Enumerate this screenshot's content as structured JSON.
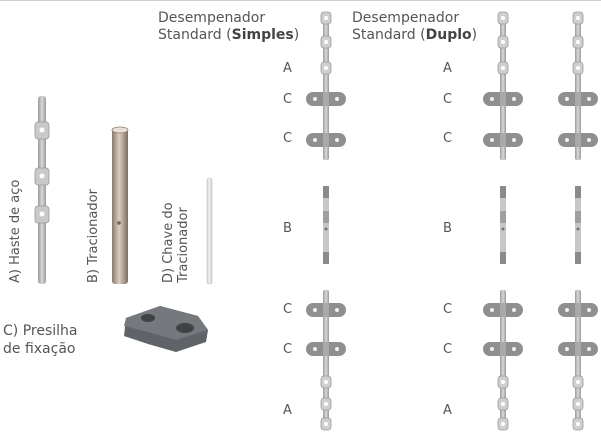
{
  "titles": {
    "simples": {
      "line1": "Desempenador",
      "line2_prefix": "Standard (",
      "line2_bold": "Simples",
      "line2_suffix": ")"
    },
    "duplo": {
      "line1": "Desempenador",
      "line2_prefix": "Standard (",
      "line2_bold": "Duplo",
      "line2_suffix": ")"
    }
  },
  "parts": {
    "a": "A) Haste de aço",
    "b": "B) Tracionador",
    "c_line1": "C) Presilha",
    "c_line2": "de fixação",
    "d_line1": "D) Chave do",
    "d_line2": "Tracionador"
  },
  "assembly_labels": {
    "a": "A",
    "b": "B",
    "c": "C"
  },
  "colors": {
    "rod": "#b8b8b8",
    "clip": "#8f8f8f",
    "tensioner_dark": "#8a8a8a",
    "text": "#555555"
  }
}
